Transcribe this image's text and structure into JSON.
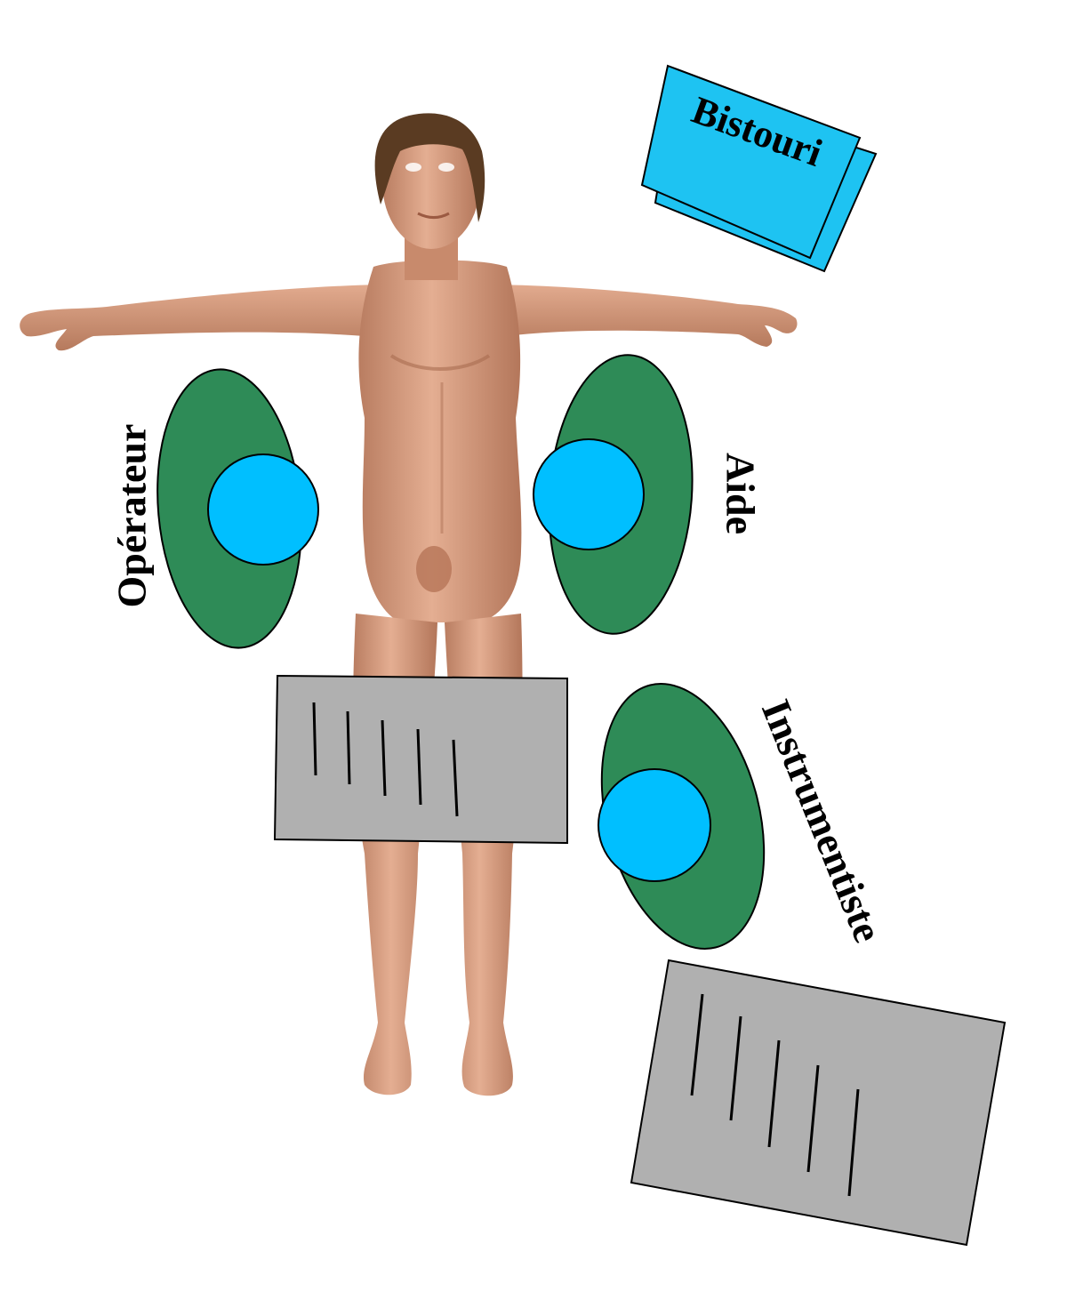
{
  "labels": {
    "bistouri": "Bistouri",
    "operateur": "Opérateur",
    "aide": "Aide",
    "instrumentiste": "Instrumentiste"
  },
  "icons": {
    "patient": "patient-figure-icon",
    "staff": "staff-position-icon",
    "table": "instrument-table-icon",
    "scalpel_tray": "scalpel-tray-icon"
  },
  "colors": {
    "staff_body": "#2e8b57",
    "staff_head": "#00bfff",
    "instrument_table": "#b0b0b0",
    "bistouri_tray": "#1ec3f2",
    "skin": "#d9a183",
    "hair": "#5a3b22"
  }
}
